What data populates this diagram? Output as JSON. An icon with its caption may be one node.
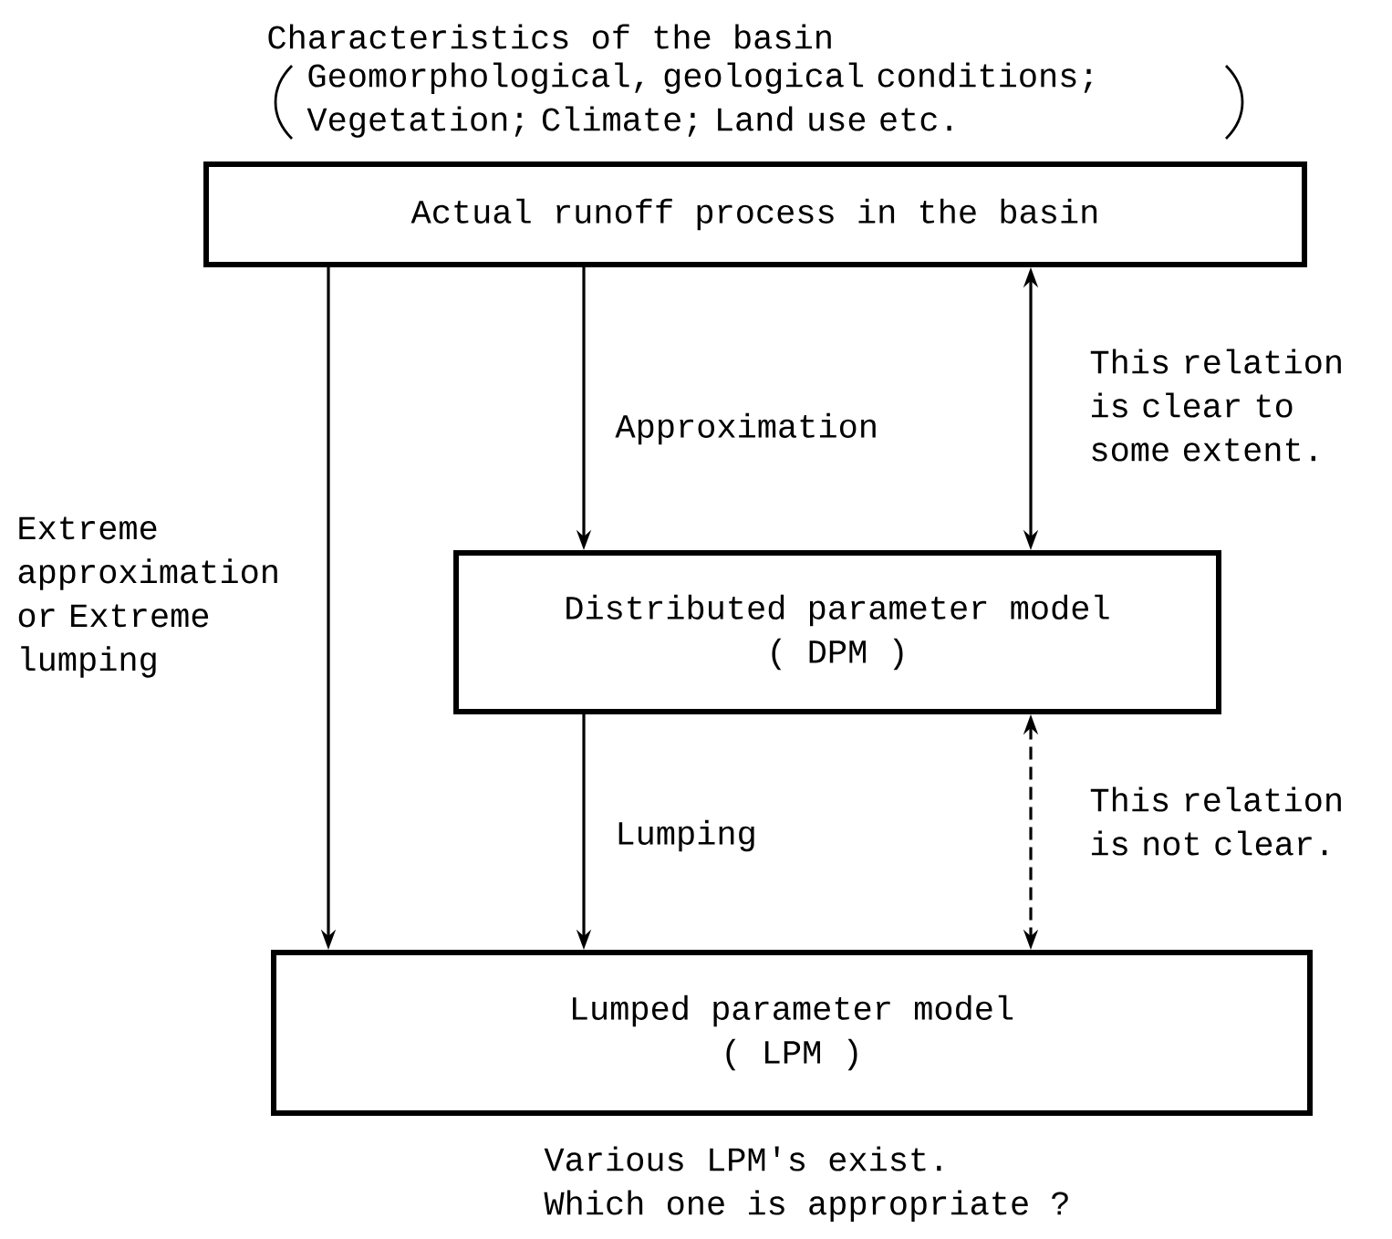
{
  "diagram": {
    "nodes": [
      {
        "text": [
          "Actual runoff process in the basin"
        ]
      },
      {
        "text": [
          "Distributed parameter model",
          "( DPM )"
        ]
      },
      {
        "text": [
          "Lumped parameter model",
          "( LPM )"
        ],
        "beside": [
          "Various LPM's exist.",
          "Which one is appropriate ?"
        ]
      }
    ],
    "edges": [
      {
        "from": 0,
        "to": 2,
        "arrow": "to",
        "label": "Extreme approximation or Extreme lumping"
      },
      {
        "from": 0,
        "to": 1,
        "arrow": "to",
        "label": "Approximation"
      },
      {
        "from": 0,
        "to": 1,
        "arrow": "both",
        "label": "This relation is clear to some extent."
      },
      {
        "from": 1,
        "to": 2,
        "arrow": "to",
        "label": "Lumping"
      },
      {
        "from": 1,
        "to": 2,
        "arrow": "both",
        "style": "dashed",
        "label": "This relation is not clear."
      }
    ],
    "labels": [
      "Characteristics of the basin",
      "Geomorphological, geological conditions; Vegetation; Climate; Land use etc."
    ]
  }
}
